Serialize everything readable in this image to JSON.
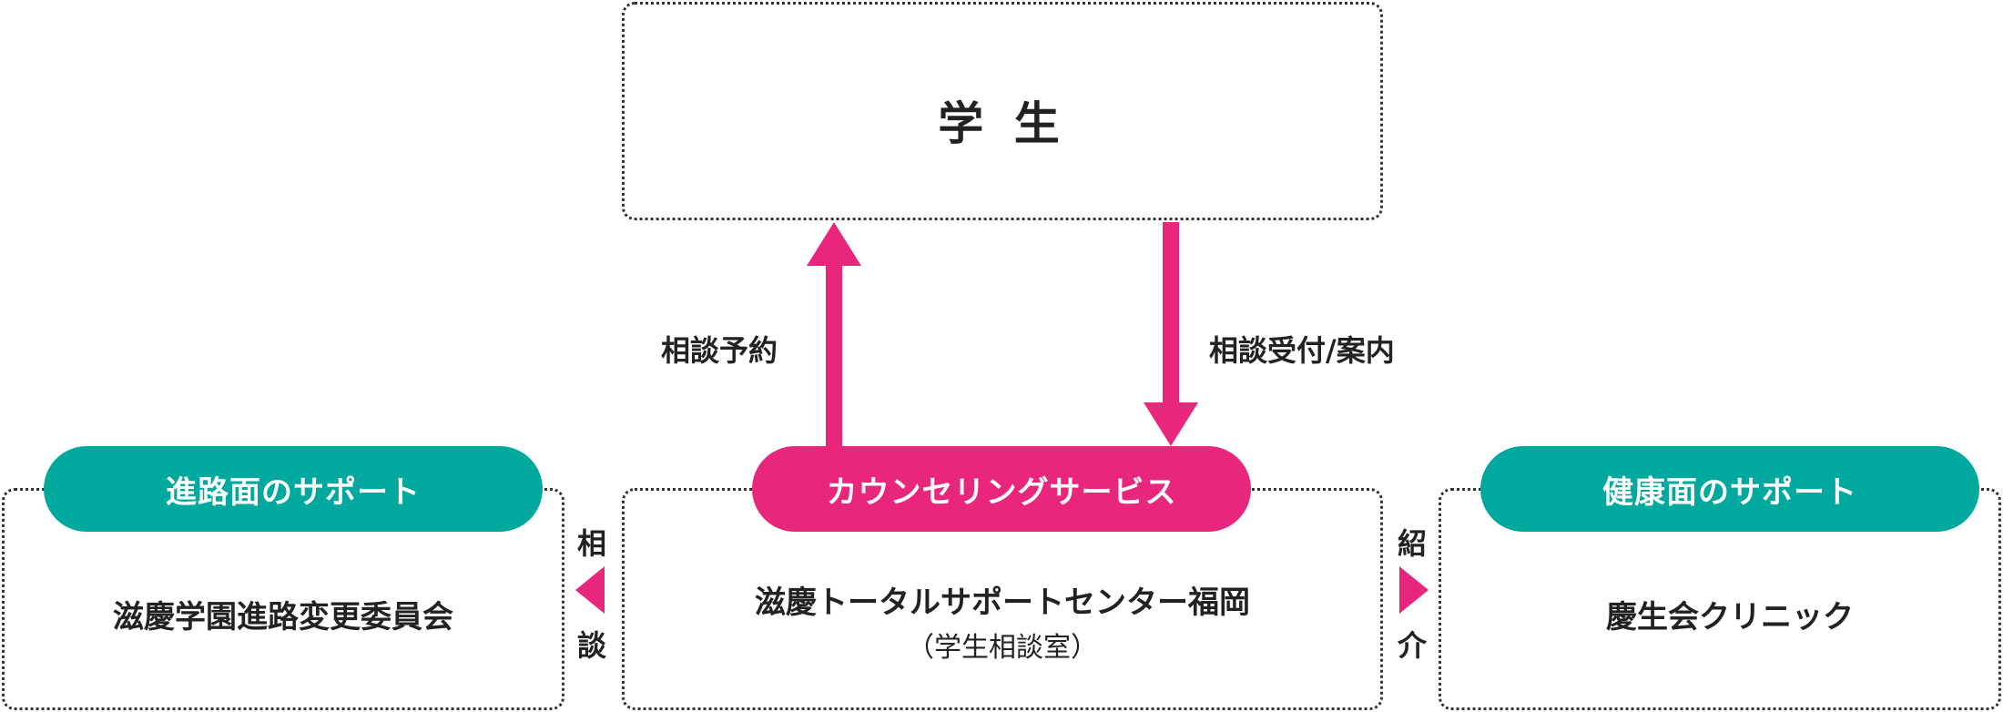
{
  "student": {
    "label": "学 生"
  },
  "arrows": {
    "up_label": "相談予約",
    "down_label": "相談受付/案内"
  },
  "left": {
    "pill": "進路面のサポート",
    "body": "滋慶学園進路変更委員会"
  },
  "center": {
    "pill": "カウンセリングサービス",
    "body": "滋慶トータルサポートセンター福岡",
    "sub": "（学生相談室）"
  },
  "right": {
    "pill": "健康面のサポート",
    "body": "慶生会クリニック"
  },
  "link_left": {
    "top": "相",
    "bottom": "談"
  },
  "link_right": {
    "top": "紹",
    "bottom": "介"
  },
  "colors": {
    "accent_pink": "#e8267b",
    "accent_teal": "#00a89d"
  }
}
